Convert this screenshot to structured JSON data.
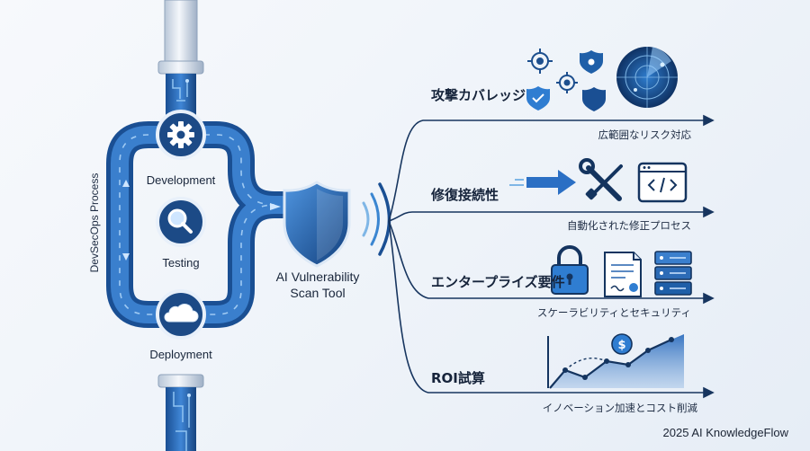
{
  "pipeline": {
    "label": "DevSecOps Process",
    "stages": [
      {
        "label": "Development",
        "icon": "gear-icon"
      },
      {
        "label": "Testing",
        "icon": "magnifier-icon"
      },
      {
        "label": "Deployment",
        "icon": "cloud-icon"
      }
    ]
  },
  "tool": {
    "line1": "AI Vulnerability",
    "line2": "Scan Tool",
    "icon": "shield-icon"
  },
  "branches": [
    {
      "title": "攻撃カバレッジ",
      "subtitle": "広範囲なリスク対応",
      "icons": [
        "crosshair-icon",
        "shield-check-icon",
        "shield-bug-icon",
        "radar-icon"
      ]
    },
    {
      "title": "修復接続性",
      "subtitle": "自動化された修正プロセス",
      "icons": [
        "arrow-right-icon",
        "wrench-screwdriver-icon",
        "code-window-icon"
      ]
    },
    {
      "title": "エンタープライズ要件",
      "subtitle": "スケーラビリティとセキュリティ",
      "icons": [
        "padlock-icon",
        "certificate-icon",
        "server-rack-icon"
      ]
    },
    {
      "title": "ROI試算",
      "subtitle": "イノベーション加速とコスト削減",
      "icons": [
        "growth-chart-icon",
        "dollar-coin-icon"
      ]
    }
  ],
  "footer": {
    "copyright": "2025 AI KnowledgeFlow"
  },
  "colors": {
    "primary": "#1f5fa8",
    "dark": "#12305a",
    "light": "#8fb4dd",
    "accent": "#2f7dd1"
  }
}
